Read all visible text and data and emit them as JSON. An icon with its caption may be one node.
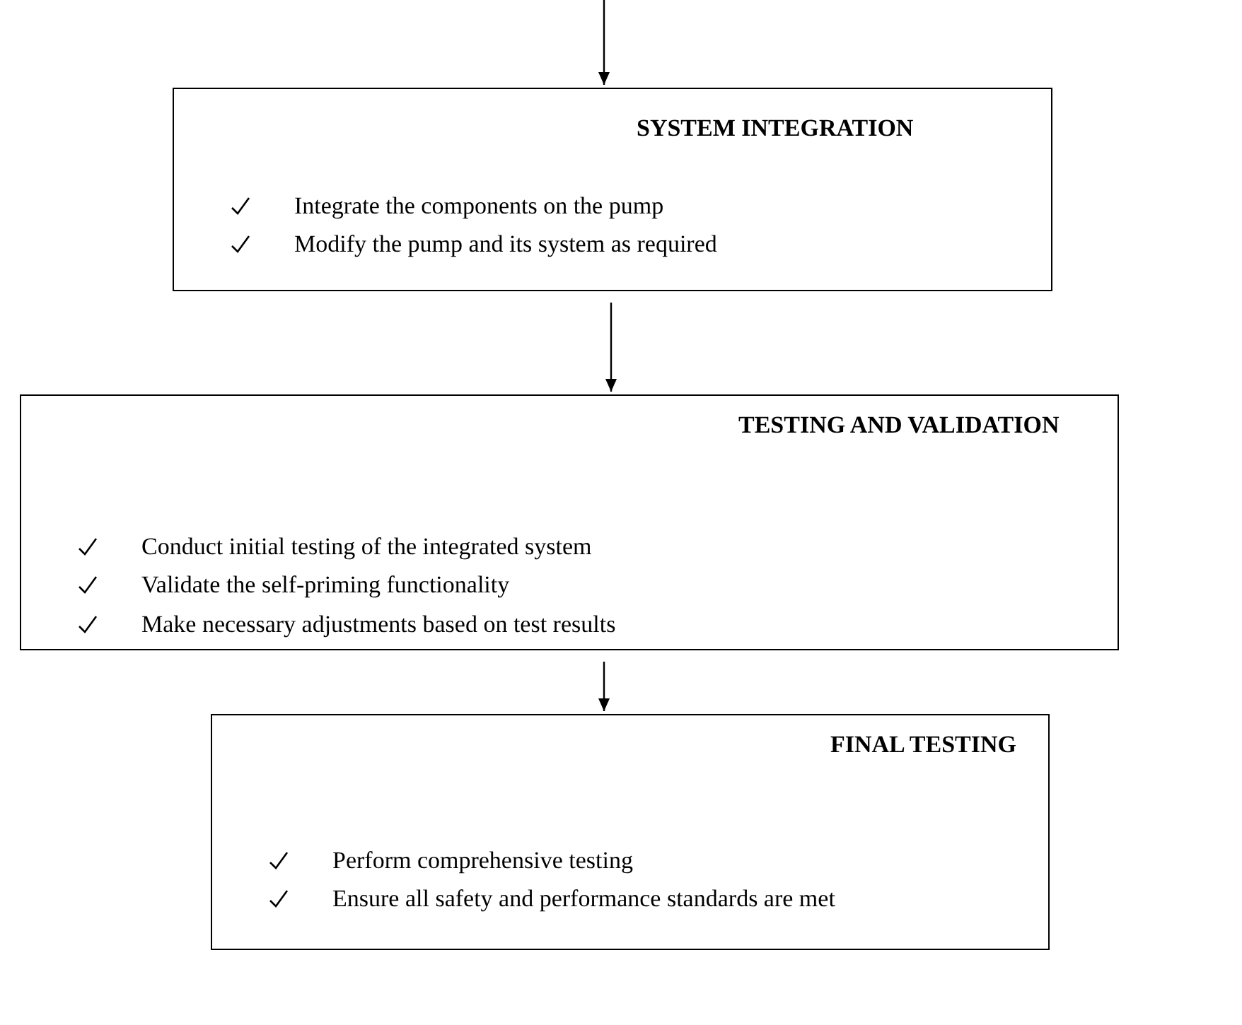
{
  "diagram": {
    "nodes": [
      {
        "text": [
          "SYSTEM INTEGRATION",
          "Integrate the components on the pump",
          "Modify the pump and its system as required"
        ]
      },
      {
        "text": [
          "TESTING AND VALIDATION",
          "Conduct initial testing of the integrated system",
          "Validate the self-priming functionality",
          "Make necessary adjustments based on test results"
        ]
      },
      {
        "text": [
          "FINAL TESTING",
          "Perform comprehensive testing",
          "Ensure all safety and performance standards are met"
        ]
      }
    ],
    "edges": [
      {
        "from": null,
        "to": 0,
        "arrow": "to"
      },
      {
        "from": 0,
        "to": 1,
        "arrow": "to"
      },
      {
        "from": 1,
        "to": 2,
        "arrow": "to"
      }
    ]
  }
}
